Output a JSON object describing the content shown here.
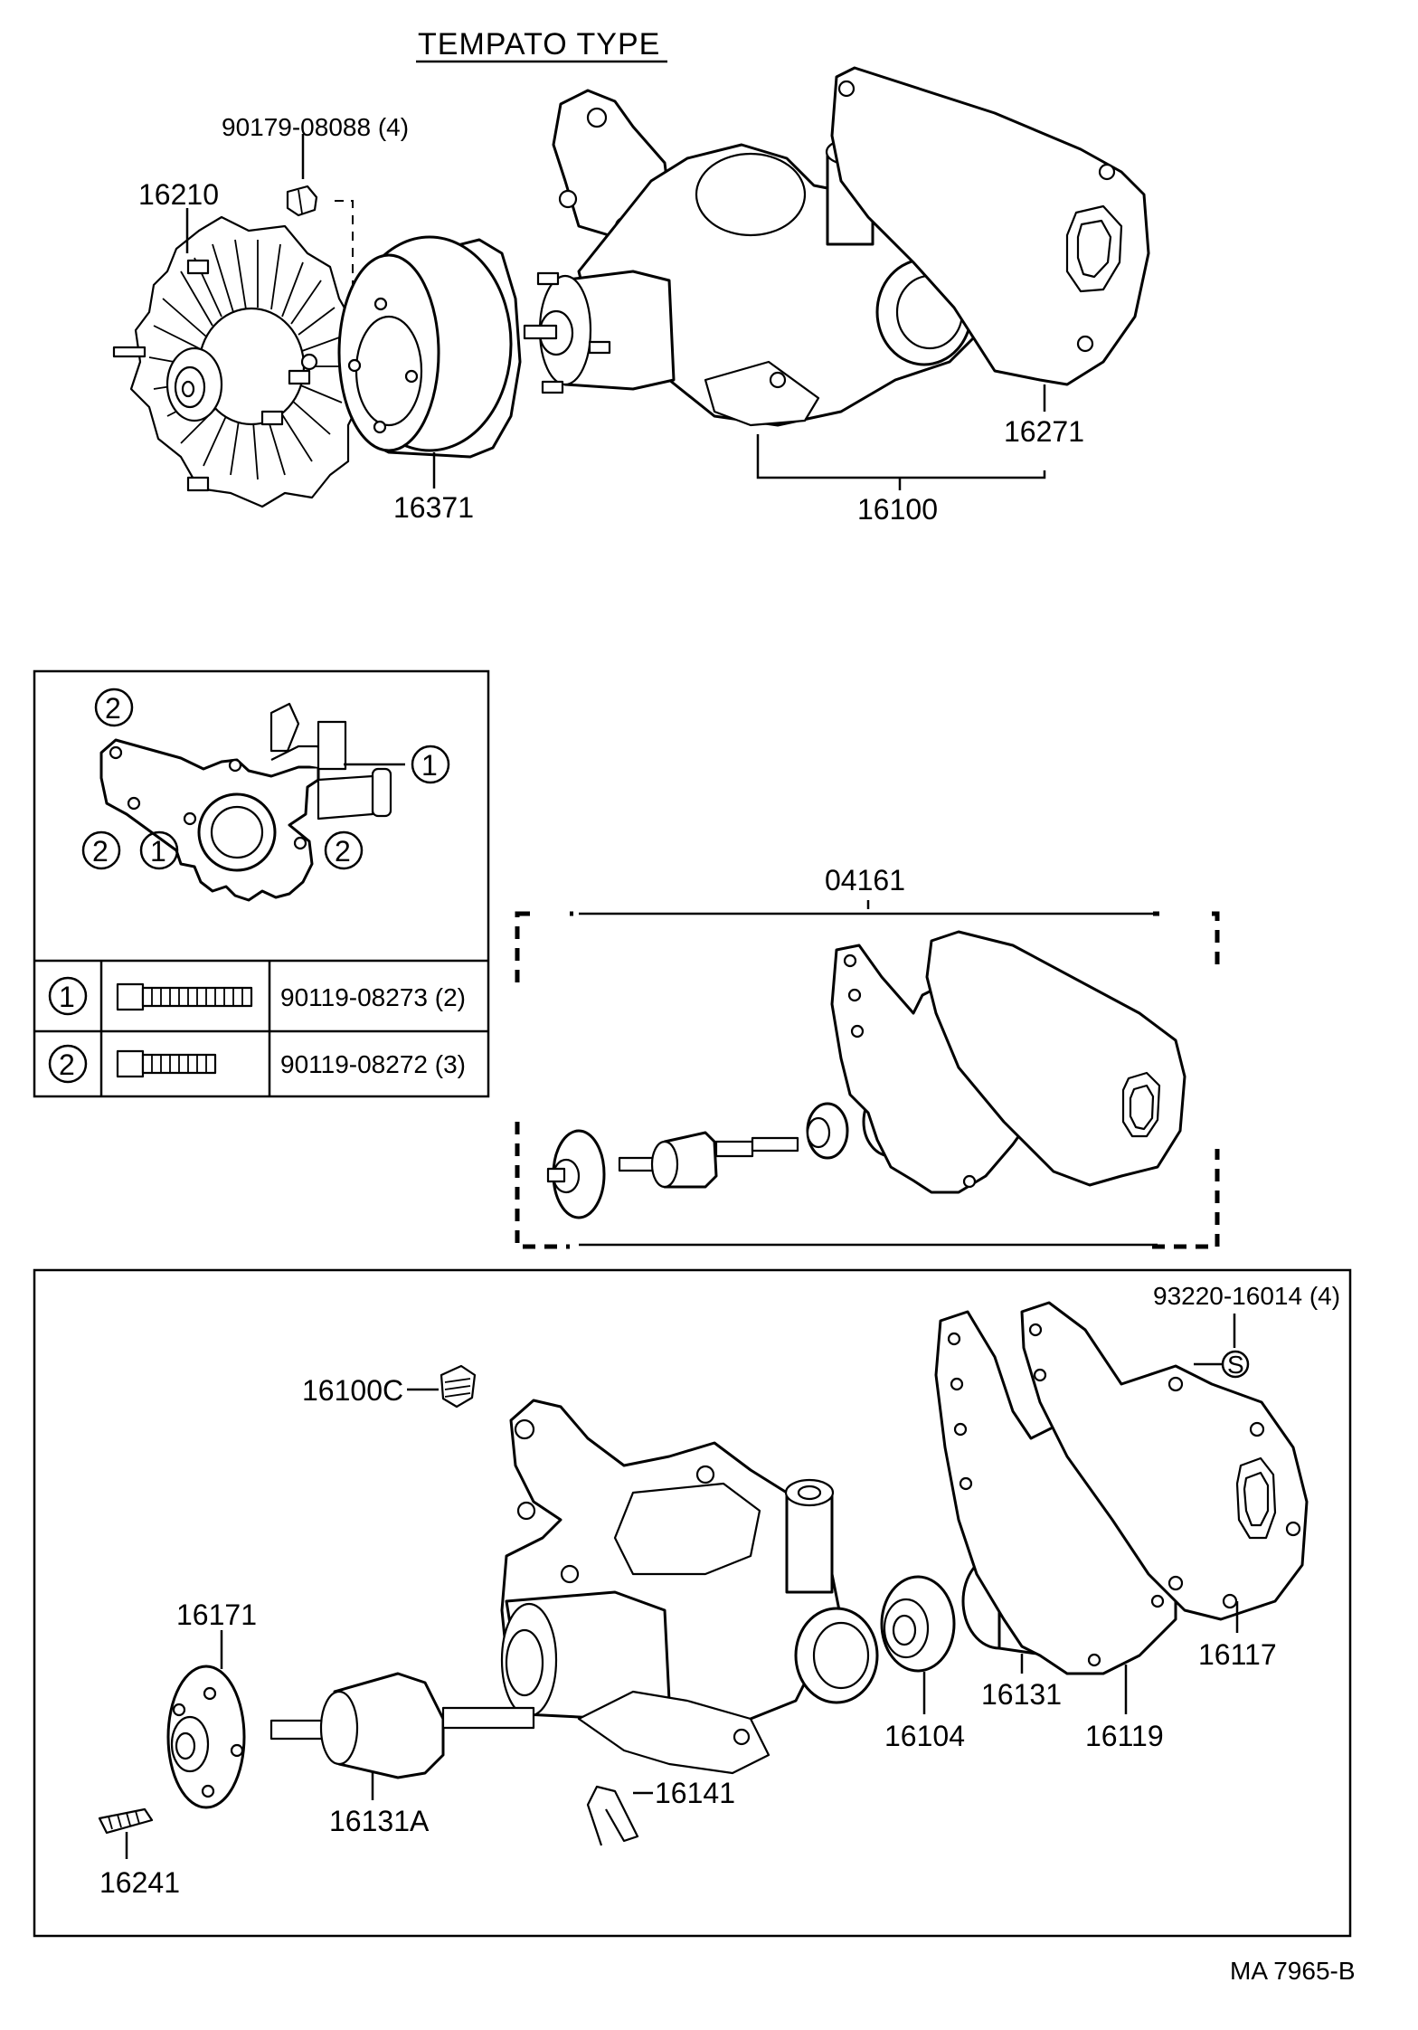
{
  "header": {
    "title": "TEMPATO TYPE"
  },
  "top_assembly": {
    "labels": {
      "bolt": "90179-08088 (4)",
      "fan_clutch": "16210",
      "pulley": "16371",
      "pump_assy": "16100",
      "gasket": "16271"
    }
  },
  "bolt_table": {
    "markers": {
      "one": "1",
      "two": "2"
    },
    "rows": [
      {
        "marker": "1",
        "part": "90119-08273 (2)"
      },
      {
        "marker": "2",
        "part": "90119-08272 (3)"
      }
    ]
  },
  "kit": {
    "label": "04161"
  },
  "exploded": {
    "labels": {
      "stud_bolt": "93220-16014 (4)",
      "symbol_s": "S",
      "plug": "16100C",
      "flange": "16171",
      "shaft_bearing": "16131A",
      "stud": "16241",
      "wire": "16141",
      "seal": "16104",
      "rotor": "16131",
      "plate_gasket": "16119",
      "cover": "16117"
    }
  },
  "footer": {
    "code": "MA 7965-B"
  }
}
